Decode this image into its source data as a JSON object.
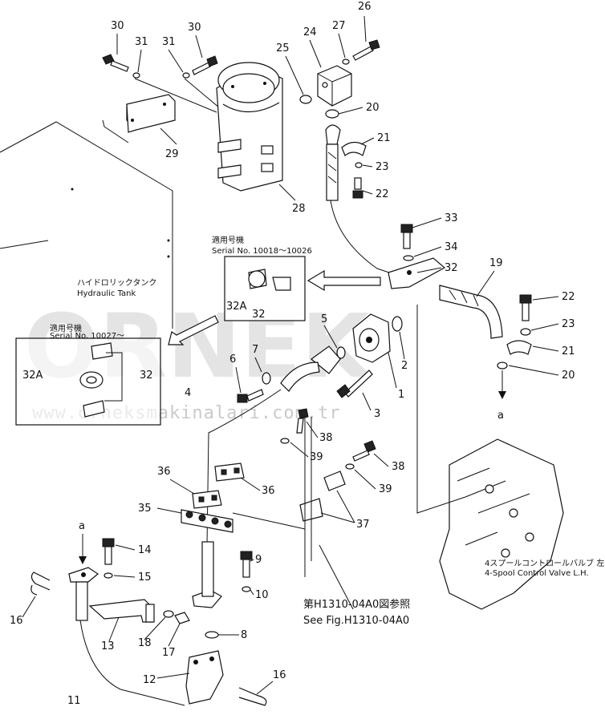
{
  "watermark": {
    "brand": "ORNEK",
    "url": "www.orneksmakinalari.com.tr",
    "color": "#cccccc"
  },
  "part_numbers": {
    "p1": "1",
    "p2": "2",
    "p3": "3",
    "p4": "4",
    "p5": "5",
    "p6": "6",
    "p7": "7",
    "p8": "8",
    "p9": "9",
    "p10": "10",
    "p11": "11",
    "p12": "12",
    "p13": "13",
    "p14": "14",
    "p15": "15",
    "p16a": "16",
    "p16b": "16",
    "p17": "17",
    "p18": "18",
    "p19": "19",
    "p20a": "20",
    "p20b": "20",
    "p21a": "21",
    "p21b": "21",
    "p22a": "22",
    "p22b": "22",
    "p23a": "23",
    "p23b": "23",
    "p24": "24",
    "p25": "25",
    "p26": "26",
    "p27": "27",
    "p28": "28",
    "p29": "29",
    "p30a": "30",
    "p30b": "30",
    "p31a": "31",
    "p31b": "31",
    "p32a": "32",
    "p32b": "32",
    "p32c": "32",
    "p32A1": "32A",
    "p32A2": "32A",
    "p33": "33",
    "p34": "34",
    "p35": "35",
    "p36a": "36",
    "p36b": "36",
    "p37": "37",
    "p38a": "38",
    "p38b": "38",
    "p39a": "39",
    "p39b": "39"
  },
  "callouts": {
    "serial_1_jp": "適用号機",
    "serial_1": "Serial  No.  10018〜10026",
    "serial_2_jp": "適用号機",
    "serial_2": "Serial  No.  10027〜",
    "tank_jp": "ハイドロリックタンク",
    "tank_en": "Hydraulic  Tank",
    "valve_jp": "4スプールコントロールバルブ  左",
    "valve_en": "4-Spool  Control  Valve  L.H.",
    "see_fig_jp": "第H1310-04A0図参照",
    "see_fig_en": "See Fig.H1310-04A0",
    "ref_a_top": "a",
    "ref_a_bottom": "a"
  }
}
